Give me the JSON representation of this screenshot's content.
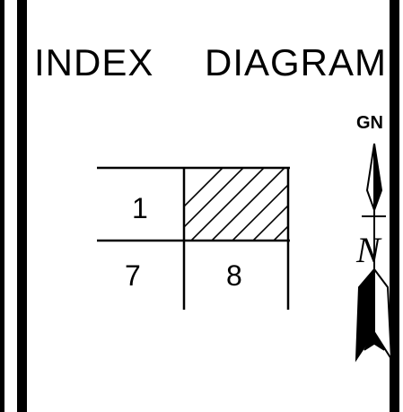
{
  "title": {
    "left": "INDEX",
    "right": "DIAGRAM"
  },
  "grid": {
    "cells": [
      {
        "id": "cell-1",
        "label": "1",
        "hatched": false
      },
      {
        "id": "cell-highlighted",
        "label": "",
        "hatched": true
      },
      {
        "id": "cell-7",
        "label": "7",
        "hatched": false
      },
      {
        "id": "cell-8",
        "label": "8",
        "hatched": false
      }
    ]
  },
  "north_arrow": {
    "grid_north_label": "GN",
    "north_label": "N"
  },
  "colors": {
    "ink": "#000000",
    "paper": "#ffffff"
  }
}
